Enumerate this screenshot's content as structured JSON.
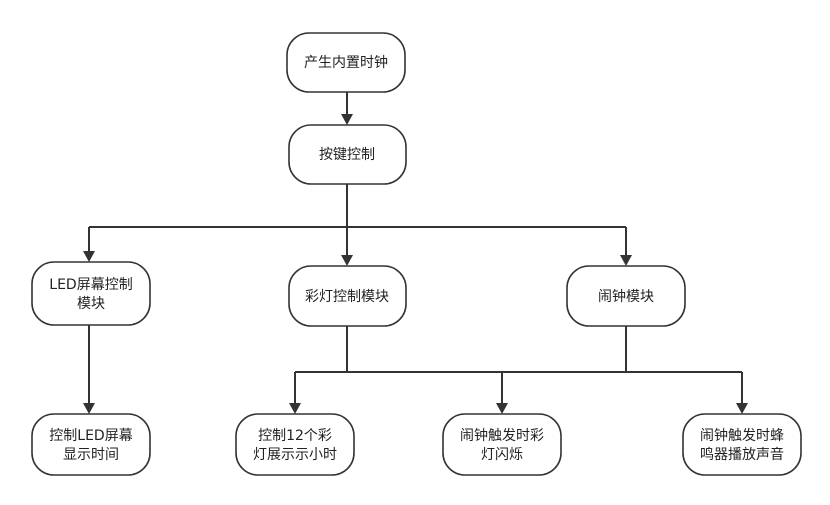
{
  "diagram": {
    "nodes": {
      "clock": {
        "label": "产生内置时钟"
      },
      "keys": {
        "label": "按键控制"
      },
      "led": {
        "line1": "LED屏幕控制",
        "line2": "模块"
      },
      "lights": {
        "label": "彩灯控制模块"
      },
      "alarm": {
        "label": "闹钟模块"
      },
      "led_show": {
        "line1": "控制LED屏幕",
        "line2": "显示时间"
      },
      "hours": {
        "line1": "控制12个彩",
        "line2": "灯展示示小时"
      },
      "flash": {
        "line1": "闹钟触发时彩",
        "line2": "灯闪烁"
      },
      "buzzer": {
        "line1": "闹钟触发时蜂",
        "line2": "鸣器播放声音"
      }
    },
    "colors": {
      "stroke": "#333333",
      "fill": "#ffffff",
      "text": "#222222"
    }
  }
}
